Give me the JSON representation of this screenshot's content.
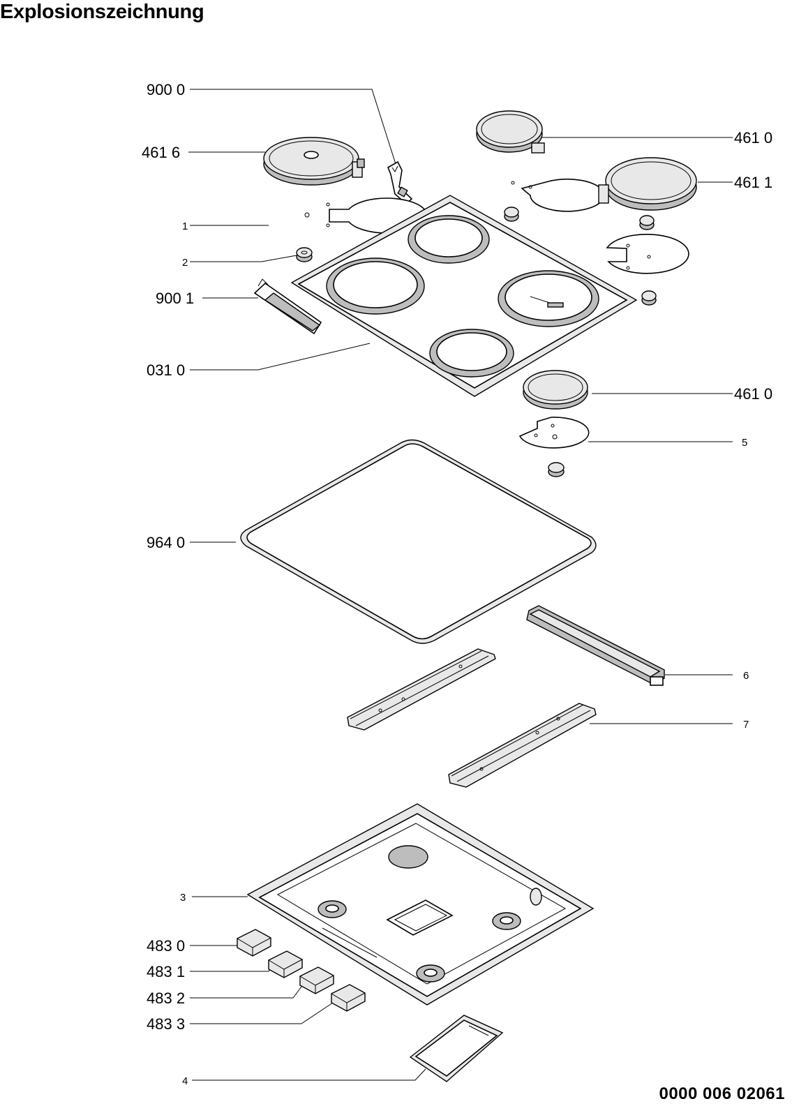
{
  "header": {
    "title": "Explosionszeichnung"
  },
  "footer": {
    "doc_number": "0000 006 02061"
  },
  "callouts": {
    "c9000": "900 0",
    "c4616": "461  6",
    "c1": "1",
    "c2": "2",
    "c9001": "900 1",
    "c0310": "031 0",
    "c4610a": "461 0",
    "c4611": "461 1",
    "c4610b": "461 0",
    "c5": "5",
    "c9640": "964 0",
    "c6": "6",
    "c7": "7",
    "c3": "3",
    "c4830": "483 0",
    "c4831": "483 1",
    "c4832": "483 2",
    "c4833": "483 3",
    "c4": "4"
  },
  "colors": {
    "line": "#000000",
    "fill_light": "#e8e8e8",
    "fill_dark": "#bdbdbd"
  }
}
